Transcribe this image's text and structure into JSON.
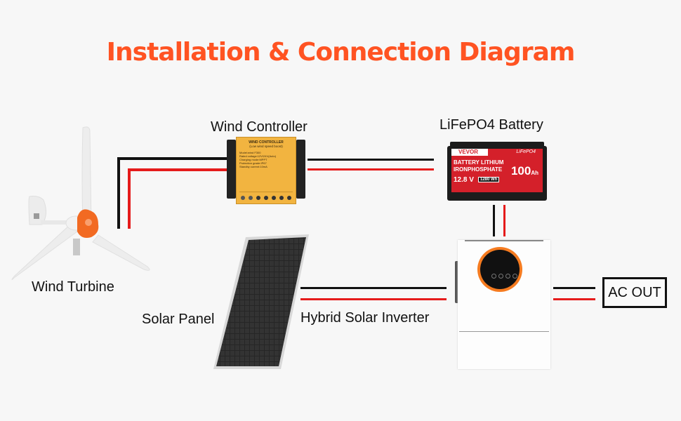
{
  "title": "Installation & Connection Diagram",
  "colors": {
    "title": "#ff5322",
    "positive_wire": "#e51b1b",
    "negative_wire": "#111111",
    "accent_orange": "#f57b20",
    "controller_yellow": "#f2b440",
    "battery_red": "#d4202a"
  },
  "components": {
    "wind_turbine": {
      "label": "Wind Turbine"
    },
    "wind_controller": {
      "label": "Wind Controller",
      "device_title": "WIND CONTROLLER",
      "device_subtitle": "(Low wind speed boost)",
      "specs": [
        "Model:wind F300",
        "Rated voltage:12V/24V(Auto)",
        "Charging mode:MPPT",
        "Protection grade:IP67",
        "Standby current:10mA"
      ]
    },
    "battery": {
      "label": "LiFePO4 Battery",
      "brand": "VEVOR",
      "chem": "LiFePO4",
      "line1": "BATTERY LITHIUM",
      "line2": "IRONPHOSPHATE",
      "voltage": "12.8 V",
      "energy": "1280 Wh",
      "capacity": "100",
      "capacity_unit": "Ah"
    },
    "solar_panel": {
      "label": "Solar Panel"
    },
    "inverter": {
      "label": "Hybrid Solar Inverter"
    },
    "ac_out": {
      "label": "AC OUT"
    }
  }
}
